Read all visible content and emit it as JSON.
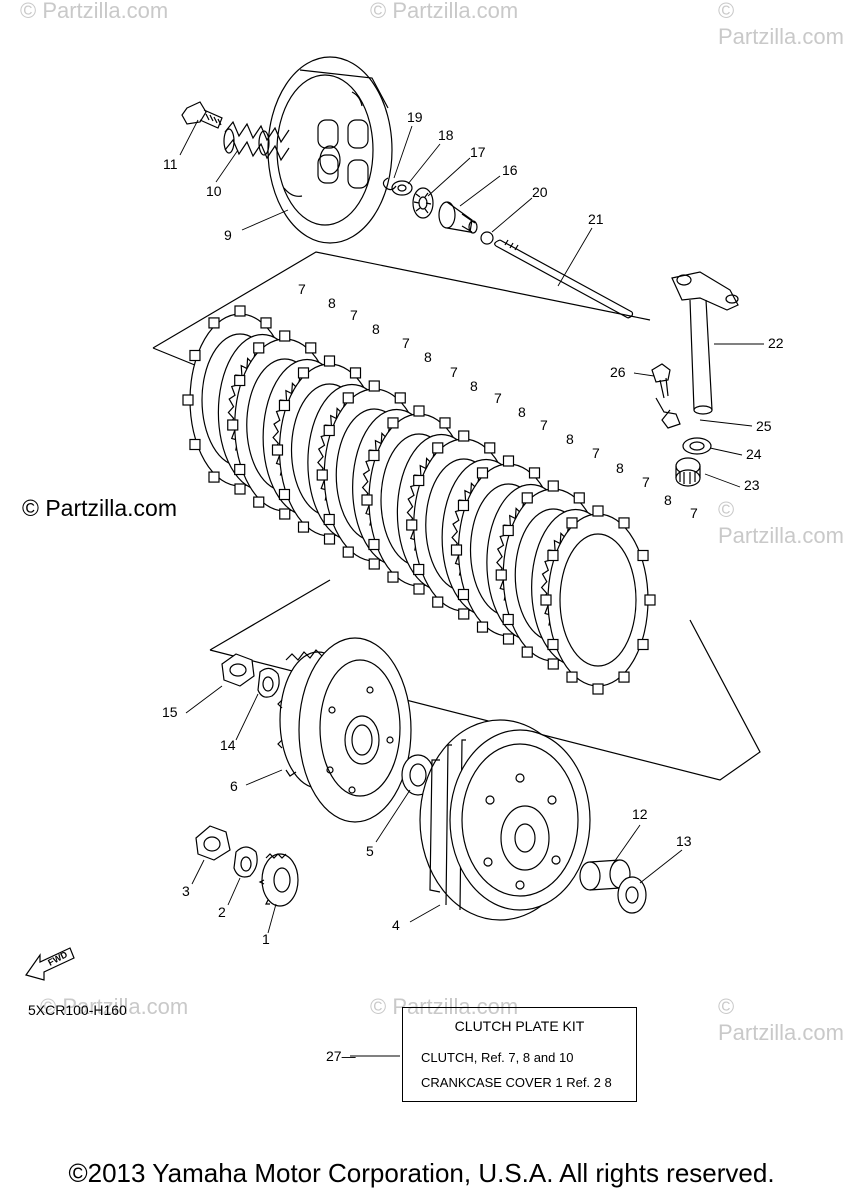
{
  "watermarks": {
    "top_left": "© Partzilla.com",
    "top_center": "© Partzilla.com",
    "top_right": "© Partzilla.com",
    "mid_left": "© Partzilla.com",
    "mid_right": "© Partzilla.com",
    "bottom_left": "© Partzilla.com",
    "bottom_center": "© Partzilla.com",
    "bottom_right": "© Partzilla.com"
  },
  "diagram_code": "5XCR100-H160",
  "fwd_label": "FWD",
  "callouts": {
    "p1": "1",
    "p2": "2",
    "p3": "3",
    "p4": "4",
    "p5": "5",
    "p6": "6",
    "p7a": "7",
    "p7b": "7",
    "p7c": "7",
    "p7d": "7",
    "p7e": "7",
    "p7f": "7",
    "p7g": "7",
    "p7h": "7",
    "p7i": "7",
    "p8a": "8",
    "p8b": "8",
    "p8c": "8",
    "p8d": "8",
    "p8e": "8",
    "p8f": "8",
    "p8g": "8",
    "p8h": "8",
    "p9": "9",
    "p10": "10",
    "p11": "11",
    "p12": "12",
    "p13": "13",
    "p14": "14",
    "p15": "15",
    "p16": "16",
    "p17": "17",
    "p18": "18",
    "p19": "19",
    "p20": "20",
    "p21": "21",
    "p22": "22",
    "p23": "23",
    "p24": "24",
    "p25": "25",
    "p26": "26",
    "p27": "27—"
  },
  "kit": {
    "title": "CLUTCH PLATE KIT",
    "line1": "CLUTCH, Ref.  7, 8 and 10",
    "line2": "CRANKCASE COVER 1 Ref. 2 8"
  },
  "copyright": "©2013 Yamaha Motor Corporation, U.S.A. All rights reserved."
}
